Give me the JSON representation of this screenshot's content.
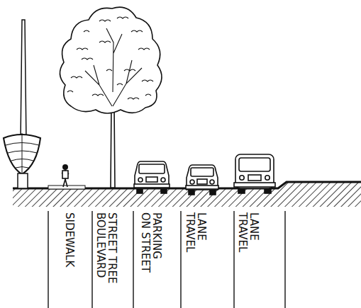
{
  "diagram": {
    "labels": [
      "SIDEWALK",
      "BOULEVARD STREET TREE",
      "ON STREET PARKING",
      "TRAVEL LANE",
      "TRAVEL LANE"
    ]
  }
}
